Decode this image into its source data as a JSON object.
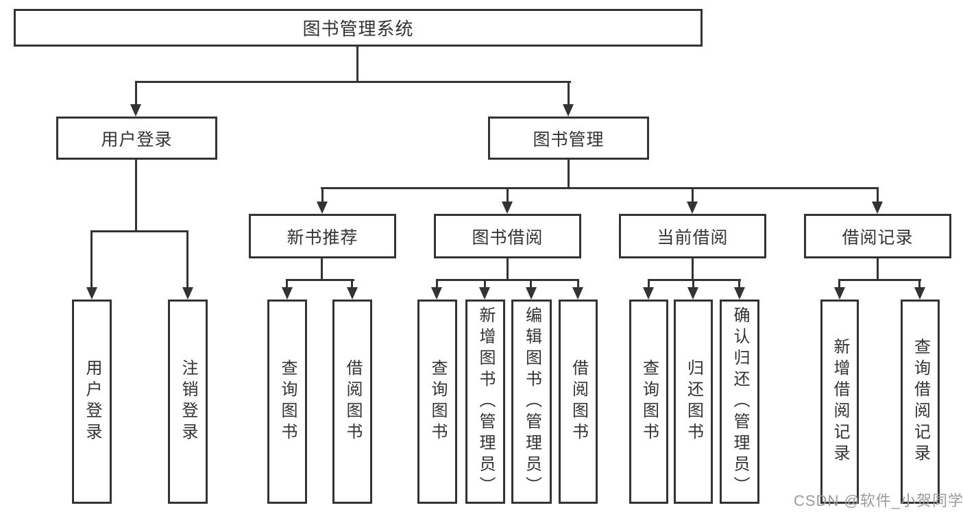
{
  "diagram": {
    "tree": {
      "label": "图书管理系统",
      "children": [
        {
          "label": "用户登录",
          "children": [
            {
              "label": "用户登录"
            },
            {
              "label": "注销登录"
            }
          ]
        },
        {
          "label": "图书管理",
          "children": [
            {
              "label": "新书推荐",
              "children": [
                {
                  "label": "查询图书"
                },
                {
                  "label": "借阅图书"
                }
              ]
            },
            {
              "label": "图书借阅",
              "children": [
                {
                  "label": "查询图书"
                },
                {
                  "label": "新增图书（管理员）"
                },
                {
                  "label": "编辑图书（管理员）"
                },
                {
                  "label": "借阅图书"
                }
              ]
            },
            {
              "label": "当前借阅",
              "children": [
                {
                  "label": "查询图书"
                },
                {
                  "label": "归还图书"
                },
                {
                  "label": "确认归还（管理员）"
                }
              ]
            },
            {
              "label": "借阅记录",
              "children": [
                {
                  "label": "新增借阅记录"
                },
                {
                  "label": "查询借阅记录"
                }
              ]
            }
          ]
        }
      ]
    }
  },
  "watermark": {
    "text": "CSDN @软件_小贺同学"
  },
  "colors": {
    "line": "#333333",
    "text": "#333333",
    "watermark": "#9b9b9b",
    "background": "#ffffff"
  }
}
